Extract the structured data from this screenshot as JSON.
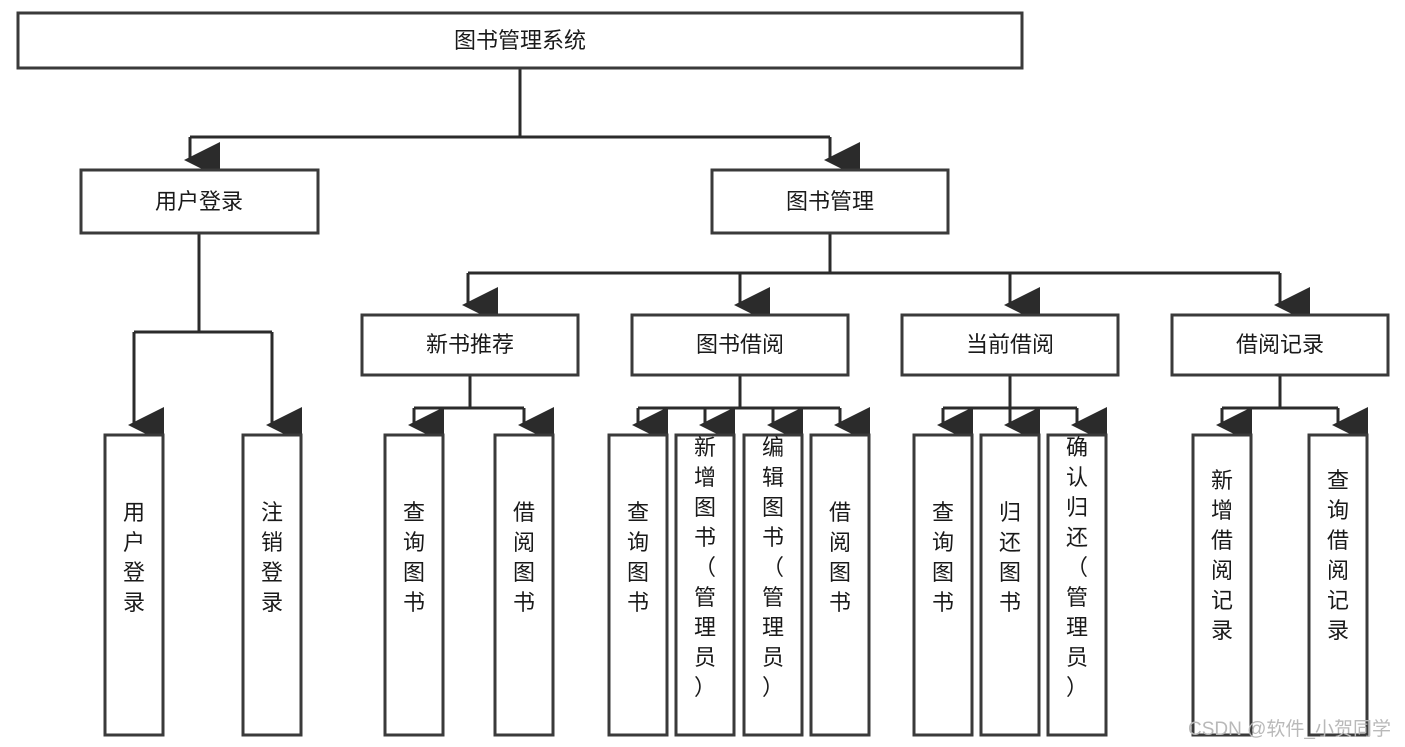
{
  "diagram": {
    "title": "图书管理系统",
    "type": "tree",
    "watermark": "CSDN @软件_小贺同学",
    "colors": {
      "box_stroke": "#3a3a3a",
      "edge": "#2b2b2b",
      "box_fill": "#ffffff",
      "text": "#1a1a1a",
      "watermark": "#b9b9b9"
    },
    "root": {
      "id": "root",
      "label": "图书管理系统"
    },
    "level2": [
      {
        "id": "user-login",
        "label": "用户登录"
      },
      {
        "id": "book-manage",
        "label": "图书管理"
      }
    ],
    "level3": [
      {
        "id": "new-book-rec",
        "label": "新书推荐",
        "parent": "book-manage"
      },
      {
        "id": "book-borrow",
        "label": "图书借阅",
        "parent": "book-manage"
      },
      {
        "id": "current-borrow",
        "label": "当前借阅",
        "parent": "book-manage"
      },
      {
        "id": "borrow-record",
        "label": "借阅记录",
        "parent": "book-manage"
      }
    ],
    "leaves": {
      "user_login": [
        {
          "id": "leaf-user-login",
          "label": "用户登录"
        },
        {
          "id": "leaf-logout",
          "label": "注销登录"
        }
      ],
      "new_book_rec": [
        {
          "id": "leaf-query-book-1",
          "label": "查询图书"
        },
        {
          "id": "leaf-borrow-book-1",
          "label": "借阅图书"
        }
      ],
      "book_borrow": [
        {
          "id": "leaf-query-book-2",
          "label": "查询图书"
        },
        {
          "id": "leaf-add-book",
          "label": "新增图书（管理员）"
        },
        {
          "id": "leaf-edit-book",
          "label": "编辑图书（管理员）"
        },
        {
          "id": "leaf-borrow-book-2",
          "label": "借阅图书"
        }
      ],
      "current_borrow": [
        {
          "id": "leaf-query-book-3",
          "label": "查询图书"
        },
        {
          "id": "leaf-return-book",
          "label": "归还图书"
        },
        {
          "id": "leaf-confirm-return",
          "label": "确认归还（管理员）"
        }
      ],
      "borrow_record": [
        {
          "id": "leaf-add-record",
          "label": "新增借阅记录"
        },
        {
          "id": "leaf-query-record",
          "label": "查询借阅记录"
        }
      ]
    }
  }
}
